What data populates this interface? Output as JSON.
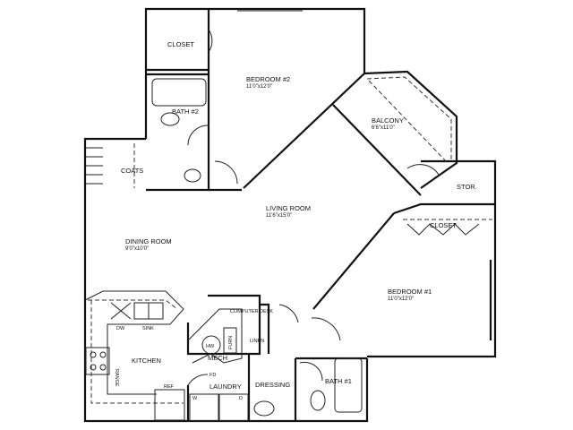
{
  "rooms": {
    "closet_top": "CLOSET",
    "bedroom2": "BEDROOM #2",
    "bedroom2_dim": "11'0\"x12'0\"",
    "bath2": "BATH #2",
    "balcony": "BALCONY",
    "balcony_dim": "6'6\"x11'0\"",
    "coats": "COATS",
    "stor": "STOR.",
    "living": "LIVING ROOM",
    "living_dim": "11'6\"x15'0\"",
    "closet_right": "CLOSET",
    "dining": "DINING ROOM",
    "dining_dim": "9'0\"x10'0\"",
    "bedroom1": "BEDROOM #1",
    "bedroom1_dim": "11'0\"x12'0\"",
    "computer_desk": "COMPUTER DESK",
    "dw": "DW",
    "sink": "SINK",
    "hw": "HW",
    "furn": "FURN",
    "linen": "LINEN",
    "mech": "MECH",
    "range": "RANGE",
    "kitchen": "KITCHEN",
    "fd": "FD",
    "laundry": "LAUNDRY",
    "dressing": "DRESSING",
    "bath1": "BATH #1",
    "ref": "REF",
    "w": "W",
    "d": "D"
  }
}
